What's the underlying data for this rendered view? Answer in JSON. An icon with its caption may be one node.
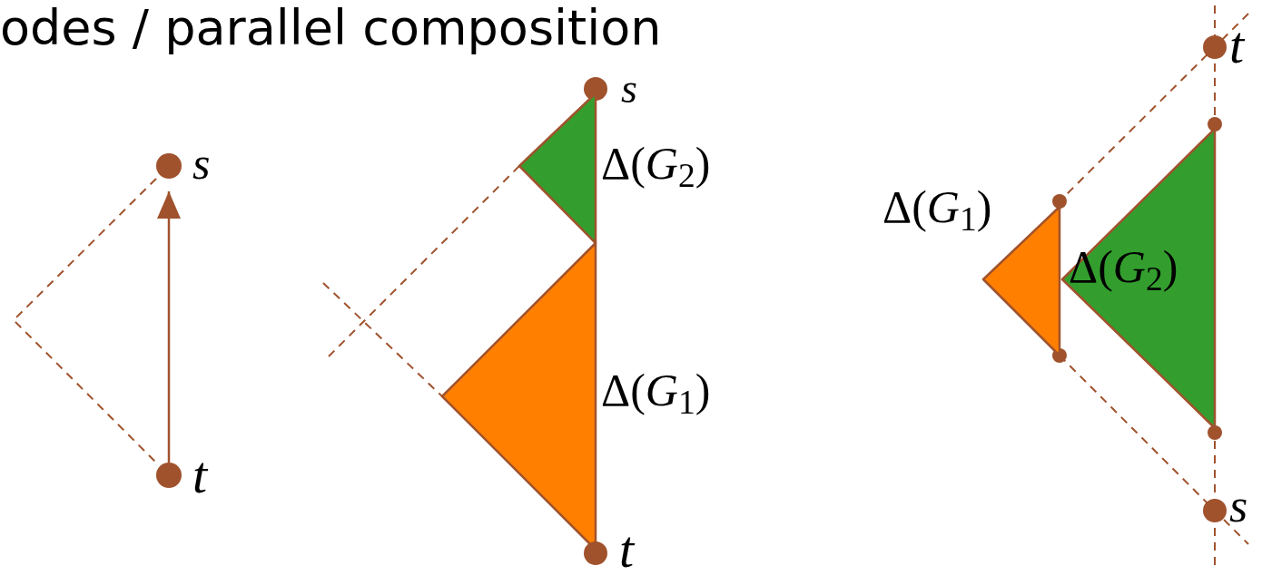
{
  "diagram": {
    "title": "odes / parallel composition",
    "nodes": [
      {
        "text": [],
        "shape": "circle",
        "beside": [
          "s"
        ]
      },
      {
        "text": [],
        "shape": "circle",
        "beside": [
          "t"
        ]
      },
      {
        "text": [],
        "shape": "circle",
        "beside": [
          "s"
        ]
      },
      {
        "text": [],
        "shape": "triangle",
        "beside": [
          "Δ(*G*$_{2}$)"
        ]
      },
      {
        "text": [],
        "shape": "triangle",
        "beside": [
          "Δ(*G*$_{1}$)"
        ]
      },
      {
        "text": [],
        "shape": "circle",
        "beside": [
          "t"
        ]
      },
      {
        "text": [],
        "shape": "circle",
        "beside": [
          "t"
        ]
      },
      {
        "text": [],
        "shape": "triangle",
        "beside": [
          "Δ(*G*$_{1}$)"
        ]
      },
      {
        "text": [
          "Δ(*G*$_{2}$)"
        ]
      },
      {
        "text": [],
        "shape": "circle",
        "beside": [
          "s"
        ]
      }
    ],
    "edges": [
      {
        "from": 1,
        "to": 0,
        "arrow": "to"
      },
      {
        "from": 0,
        "to": 1,
        "arrow": "none",
        "style": "dashed"
      }
    ]
  }
}
